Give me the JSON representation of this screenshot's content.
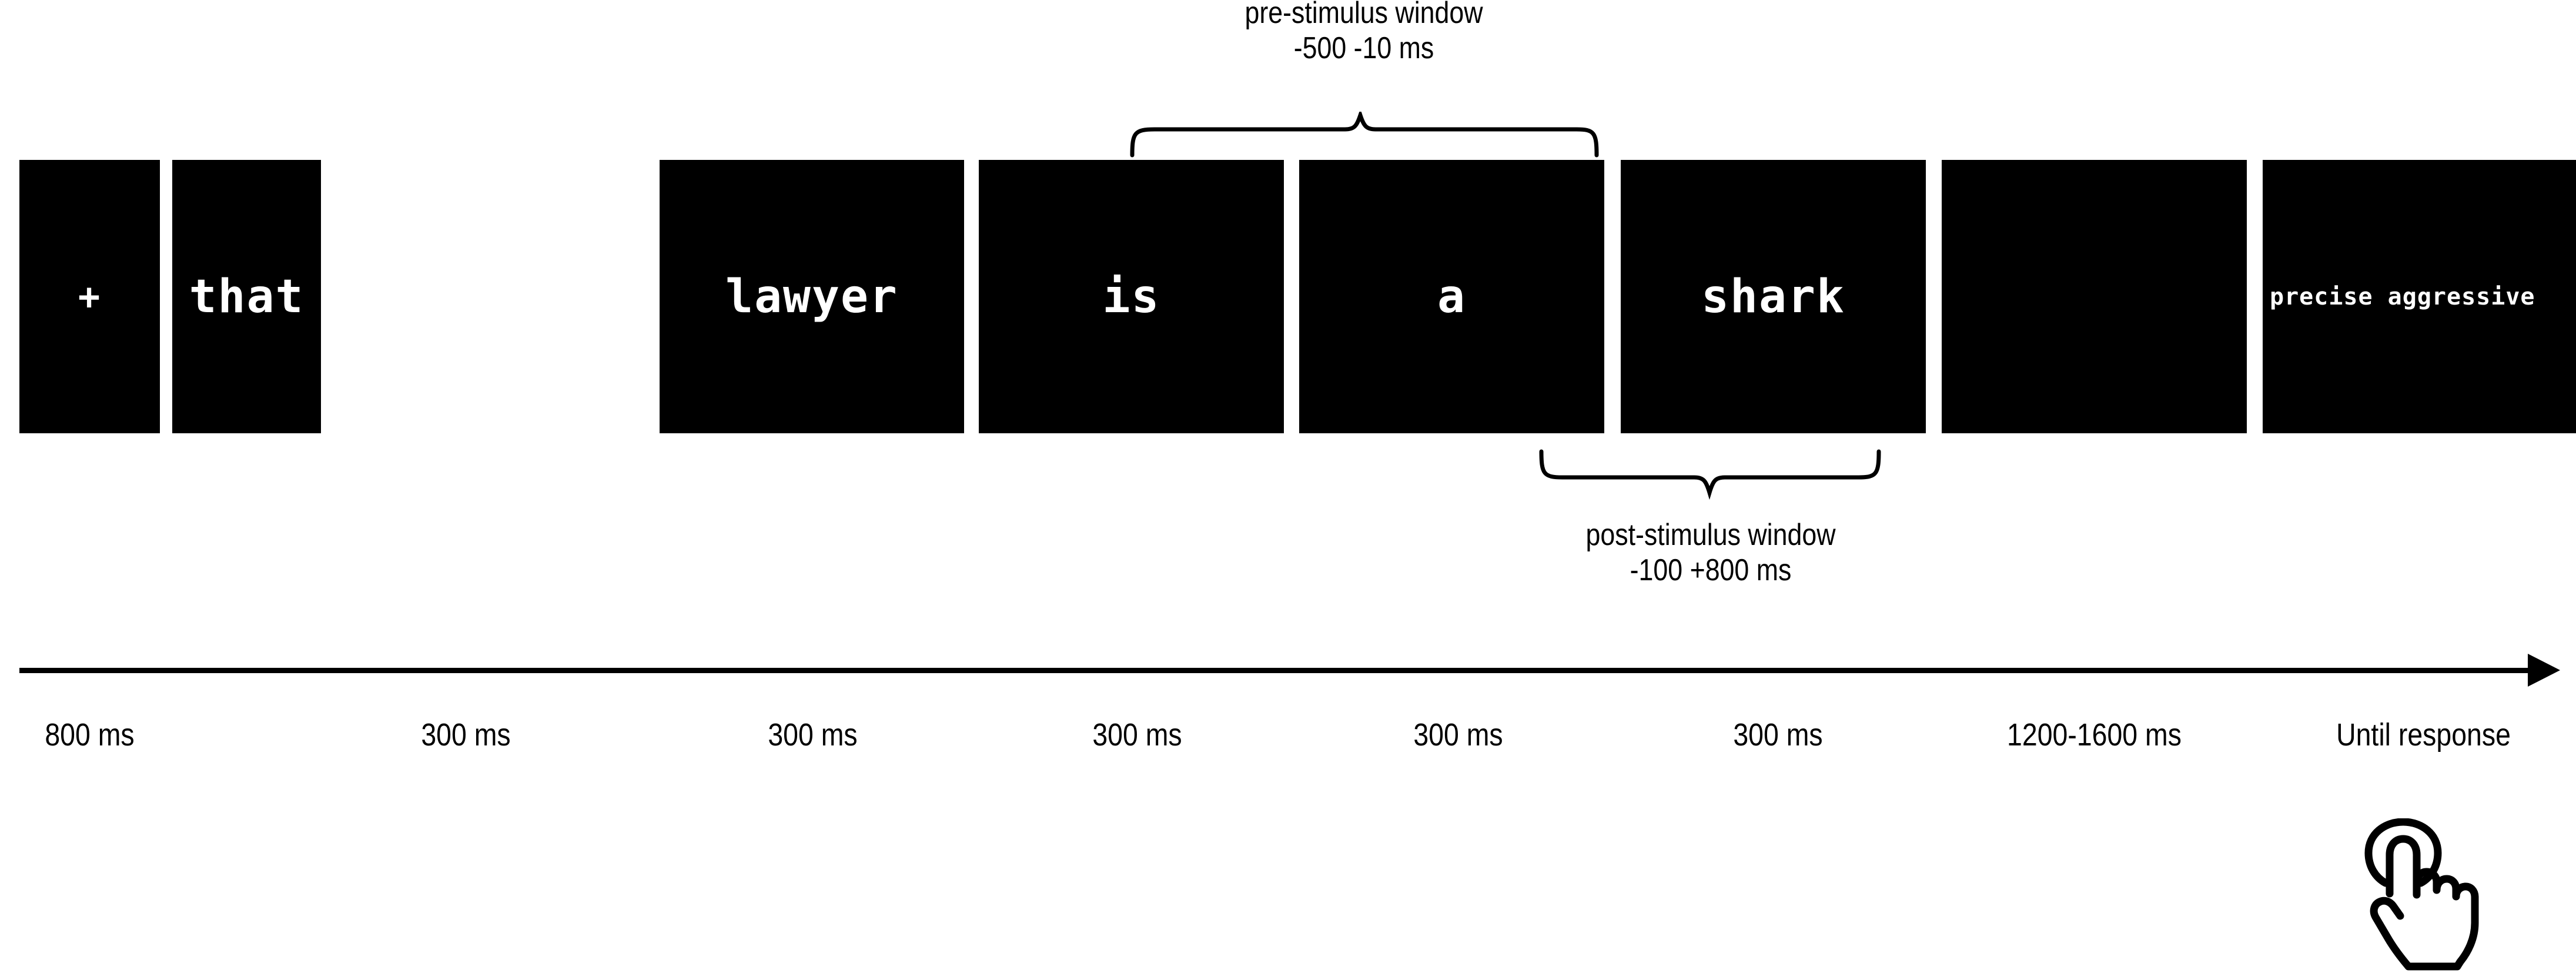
{
  "figure": {
    "type": "experimental-paradigm-timeline",
    "background_color": "#ffffff",
    "panel_color": "#000000",
    "panel_text_color": "#ffffff",
    "annotation_color": "#000000"
  },
  "panels": [
    {
      "name": "fixation-cross",
      "text": "+",
      "duration": "800 ms"
    },
    {
      "name": "word-that",
      "text": "that",
      "duration": "300 ms"
    },
    {
      "name": "word-lawyer",
      "text": "lawyer",
      "duration": "300 ms"
    },
    {
      "name": "word-is",
      "text": "is",
      "duration": "300 ms"
    },
    {
      "name": "word-a",
      "text": "a",
      "duration": "300 ms"
    },
    {
      "name": "word-shark",
      "text": "shark",
      "duration": "300 ms"
    },
    {
      "name": "blank-screen",
      "text": "",
      "duration": "1200-1600 ms"
    },
    {
      "name": "response-options",
      "text": "precise aggressive",
      "duration": "Until response"
    }
  ],
  "annotations": {
    "pre_stimulus": {
      "title": "pre-stimulus window",
      "range": "-500 -10 ms"
    },
    "post_stimulus": {
      "title": "post-stimulus window",
      "range": "-100 +800 ms"
    }
  },
  "timeline": {
    "name": "time-axis",
    "direction": "left-to-right",
    "durations": [
      "800 ms",
      "300 ms",
      "300 ms",
      "300 ms",
      "300 ms",
      "300 ms",
      "1200-1600 ms",
      "Until response"
    ]
  },
  "response_icon": {
    "name": "tap-hand-icon",
    "description": "pointing hand performing a tap"
  }
}
